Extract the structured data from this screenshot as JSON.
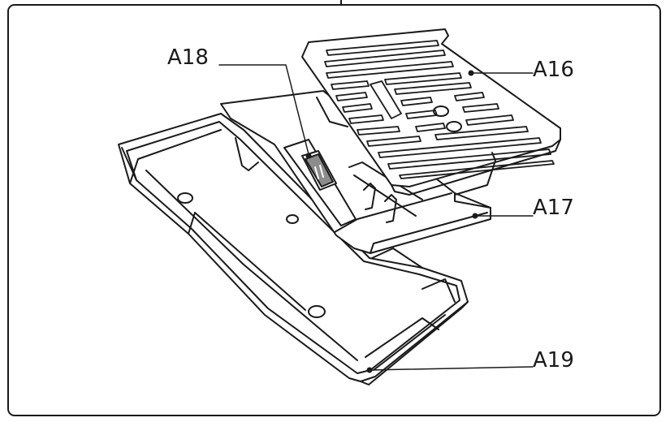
{
  "labels": {
    "a16": "A16",
    "a17": "A17",
    "a18": "A18",
    "a19": "A19"
  },
  "colors": {
    "line": "#1a1a1a",
    "fill": "#ffffff",
    "tab_fill": "#8c8c8c"
  }
}
